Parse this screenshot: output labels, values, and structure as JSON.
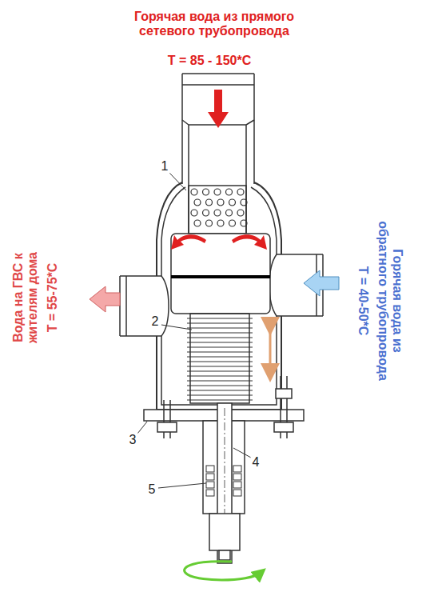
{
  "diagram": {
    "labels": [
      "Горячая вода из прямого сетевого трубопровода",
      "T = 85 - 150*C",
      "Вода на ГВС к жителям дома",
      "T = 55-75*C",
      "Горячая вода из обратного трубопровода",
      "T = 40-50*C",
      "1",
      "2",
      "3",
      "4",
      "5"
    ]
  }
}
